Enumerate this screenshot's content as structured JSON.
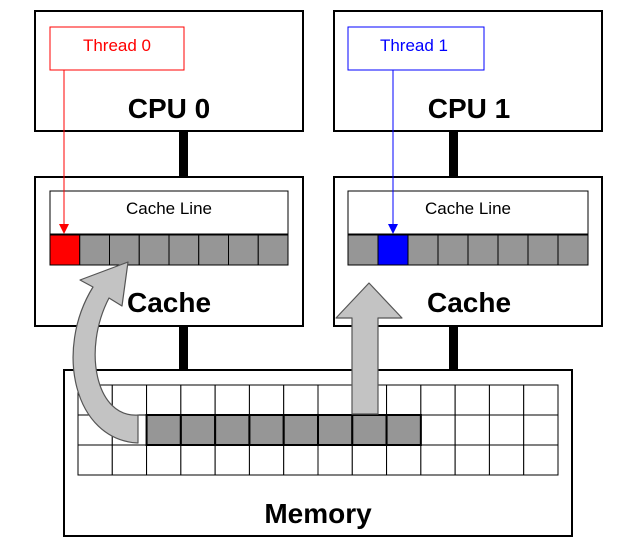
{
  "cpus": [
    {
      "title": "CPU 0",
      "thread_label": "Thread 0",
      "color": "#ff0000"
    },
    {
      "title": "CPU 1",
      "thread_label": "Thread 1",
      "color": "#0000ff"
    }
  ],
  "caches": [
    {
      "title": "Cache",
      "line_label": "Cache Line",
      "highlight_cell": 0,
      "highlight_color": "#ff0000"
    },
    {
      "title": "Cache",
      "line_label": "Cache Line",
      "highlight_cell": 1,
      "highlight_color": "#0000ff"
    }
  ],
  "memory": {
    "title": "Memory",
    "grid_rows": 3,
    "grid_cols": 14,
    "cached_row": 1,
    "cached_cols_start": 2,
    "cached_cols_count": 8
  },
  "cache_line_cells": 8,
  "colors": {
    "cell_gray": "#969696",
    "arrow_gray": "#c3c3c3",
    "border": "#000000"
  }
}
